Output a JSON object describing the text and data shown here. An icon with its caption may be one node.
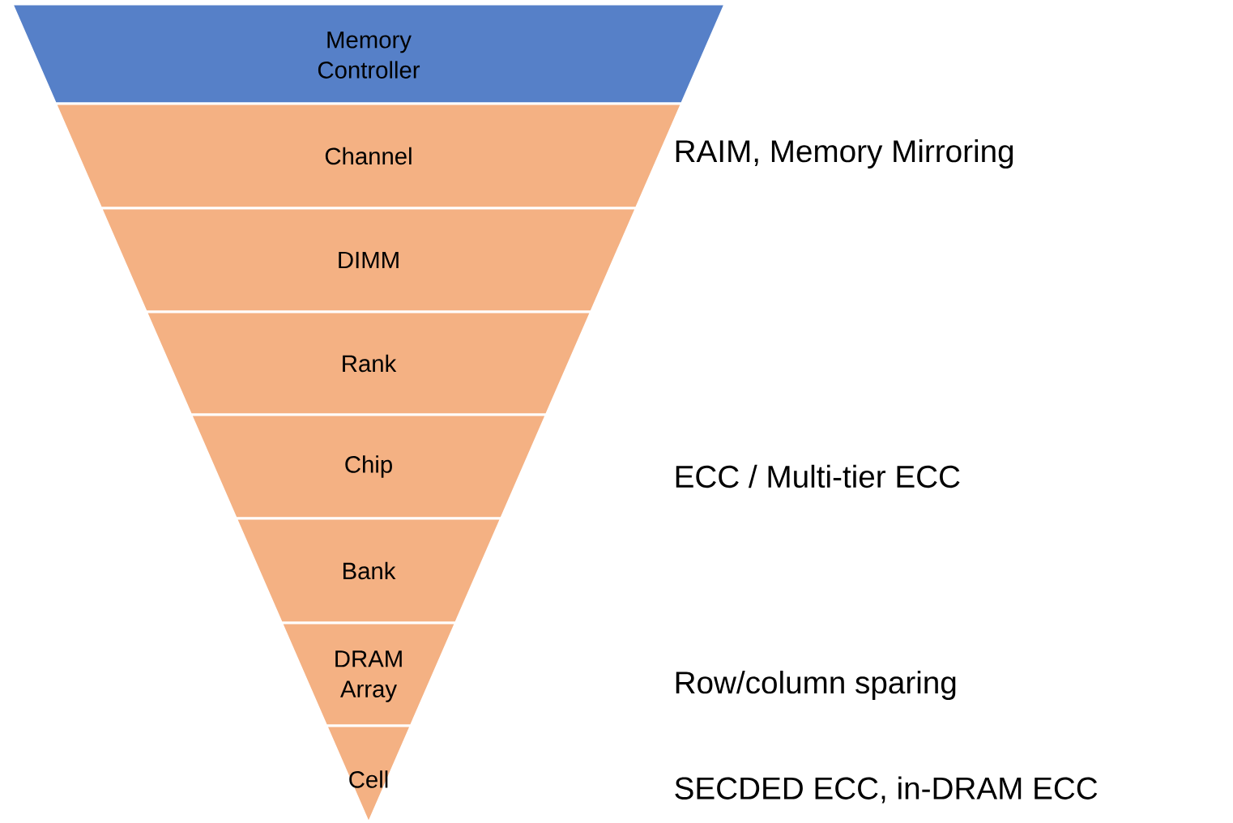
{
  "diagram": {
    "nodes": [
      {
        "text": [
          "Memory Controller"
        ]
      },
      {
        "text": [
          "Channel"
        ]
      },
      {
        "text": [
          "DIMM"
        ]
      },
      {
        "text": [
          "Rank"
        ]
      },
      {
        "text": [
          "Chip"
        ]
      },
      {
        "text": [
          "Bank"
        ]
      },
      {
        "text": [
          "DRAM Array"
        ]
      },
      {
        "text": [
          "Cell"
        ]
      }
    ],
    "labels": [
      "RAIM, Memory Mirroring",
      "ECC / Multi-tier ECC",
      "Row/column sparing",
      "SECDED ECC, in-DRAM ECC"
    ]
  }
}
